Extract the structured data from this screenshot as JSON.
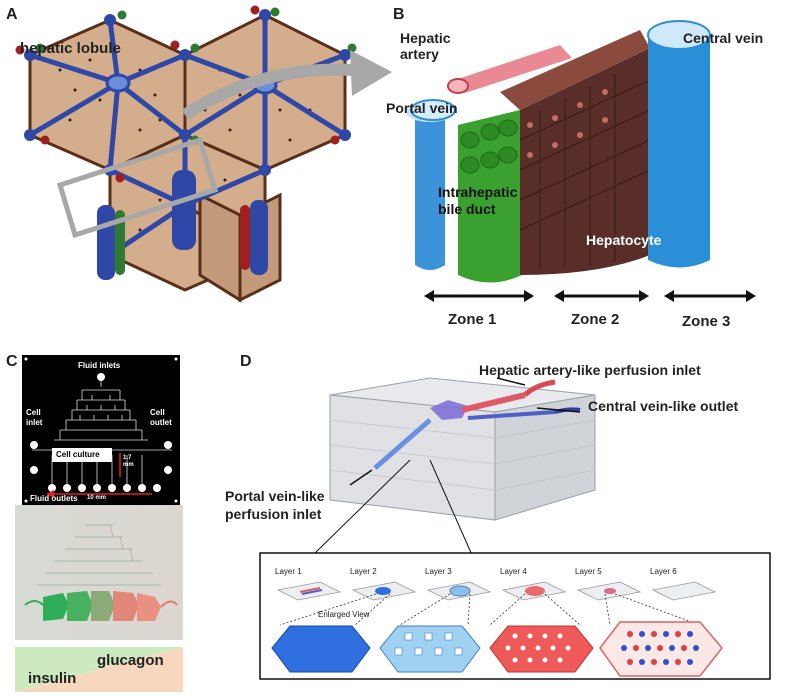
{
  "panels": {
    "a": {
      "letter": "A",
      "lobule_label": "hepatic lobule"
    },
    "b": {
      "letter": "B",
      "hepatic_artery": "Hepatic\nartery",
      "central_vein": "Central vein",
      "portal_vein": "Portal vein",
      "bile_duct": "Intrahepatic\nbile duct",
      "hepatocyte": "Hepatocyte",
      "zones": [
        "Zone 1",
        "Zone 2",
        "Zone 3"
      ]
    },
    "c": {
      "letter": "C",
      "fluid_inlets": "Fluid inlets",
      "cell_inlet": "Cell\ninlet",
      "cell_outlet": "Cell\noutlet",
      "cell_culture": "Cell culture",
      "dimension_v": "1.7\nmm",
      "dimension_h": "10 mm",
      "fluid_outlets": "Fluid outlets",
      "gradient_top": "glucagon",
      "gradient_bottom": "insulin"
    },
    "d": {
      "letter": "D",
      "hepatic_inlet": "Hepatic artery-like perfusion inlet",
      "central_outlet": "Central vein-like outlet",
      "portal_inlet": "Portal vein-like\nperfusion inlet",
      "layers": [
        "Layer 1",
        "Layer 2",
        "Layer 3",
        "Layer 4",
        "Layer 5",
        "Layer 6"
      ],
      "enlarged_view": "Enlarged View"
    }
  },
  "colors": {
    "vessel_blue": "#2f48a8",
    "lobule_tan": "#d4ad8c",
    "lobule_edge": "#5a2f1a",
    "bile_green": "#3aa02f",
    "hepatocyte_brown": "#6b3a2e",
    "artery_red": "#d9505a",
    "vein_blue": "#2a8fd6",
    "insulin_green": "#b9dfa8",
    "glucagon_orange": "#f6c4a2"
  }
}
